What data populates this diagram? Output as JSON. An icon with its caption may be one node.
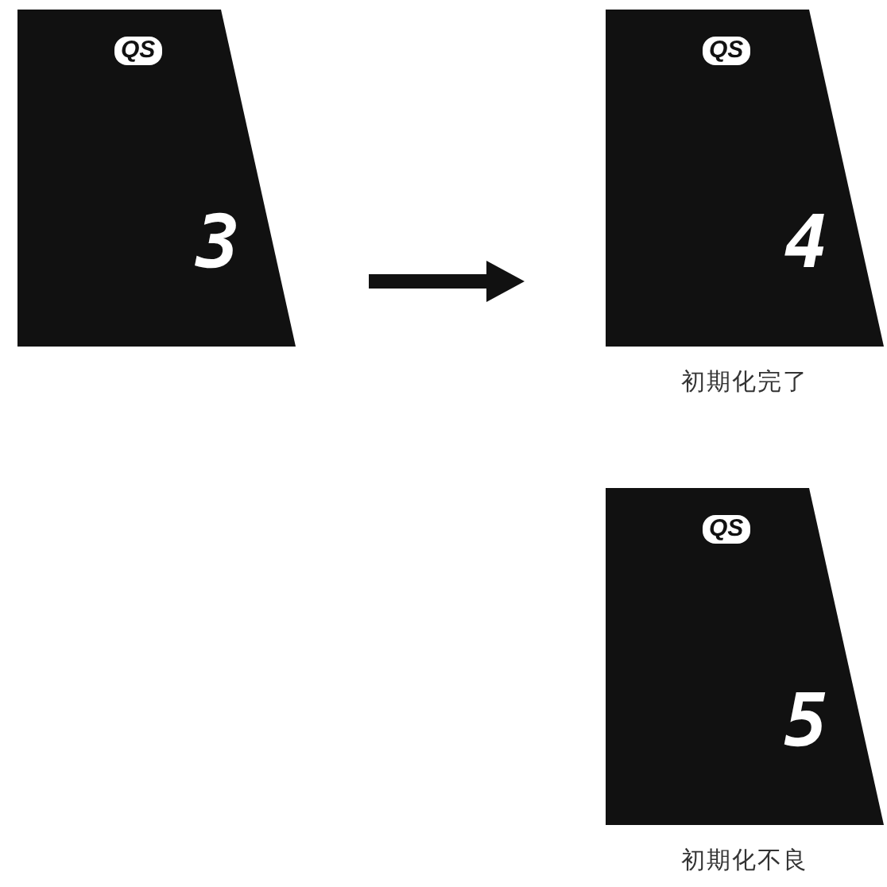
{
  "diagram": {
    "nodes": [
      {
        "text": [
          "QS",
          "3"
        ]
      },
      {
        "text": [
          "QS",
          "4"
        ],
        "beside": [
          "初期化完了"
        ]
      },
      {
        "text": [
          "QS",
          "5"
        ],
        "beside": [
          "初期化不良"
        ]
      }
    ],
    "edges": [
      {
        "from": 0,
        "to": 1,
        "arrow": "to"
      }
    ]
  }
}
